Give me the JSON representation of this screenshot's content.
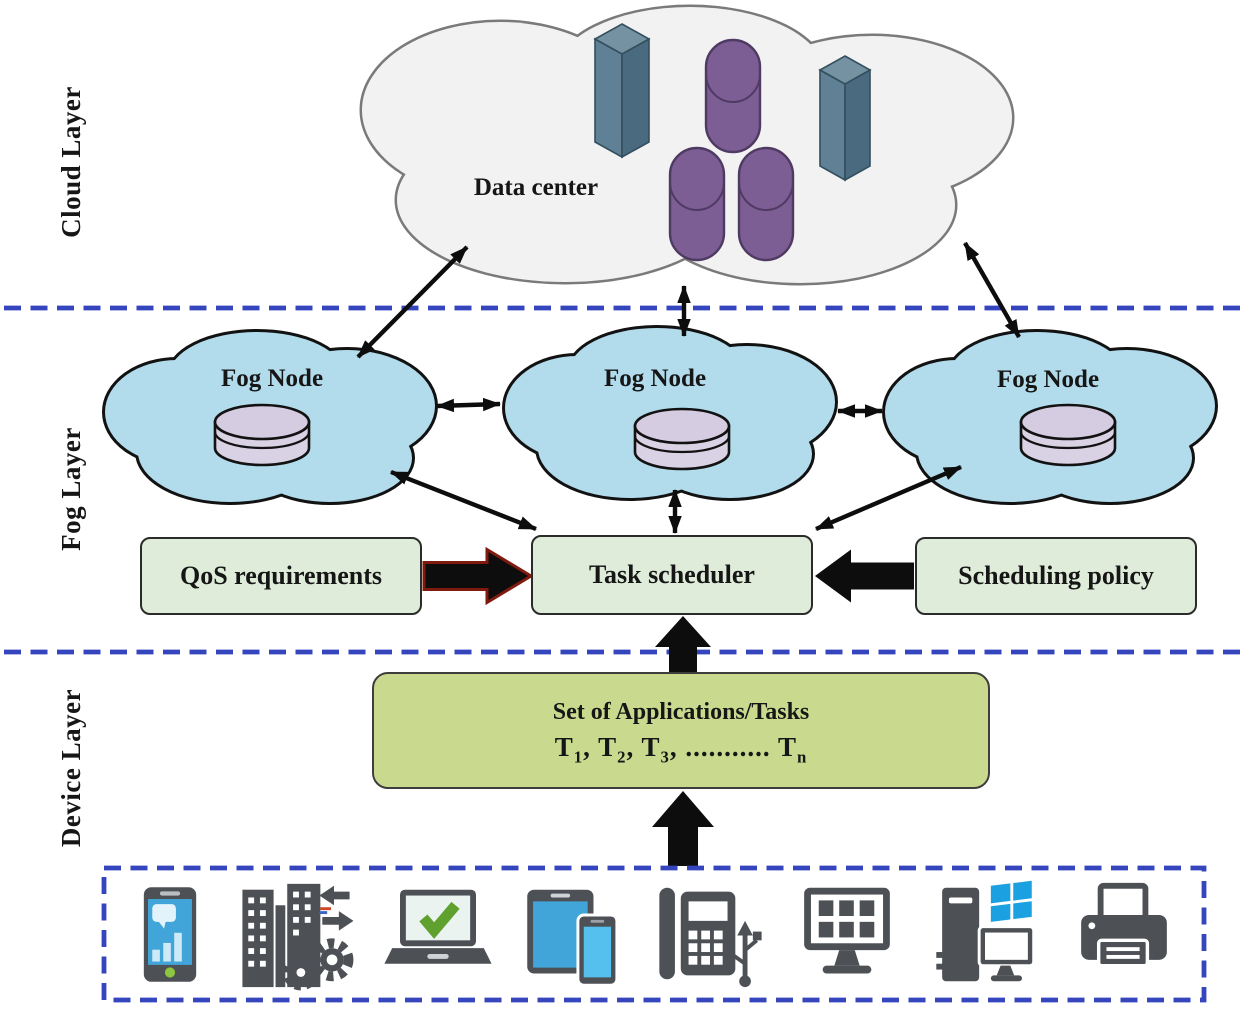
{
  "layers": [
    {
      "id": "cloud",
      "label": "Cloud Layer"
    },
    {
      "id": "fog",
      "label": "Fog Layer"
    },
    {
      "id": "device",
      "label": "Device Layer"
    }
  ],
  "cloud_layer": {
    "cloud_label": "Data center"
  },
  "fog_layer": {
    "fog_node_labels": [
      "Fog Node",
      "Fog Node",
      "Fog Node"
    ],
    "qos_label": "QoS requirements",
    "scheduler_label": "Task scheduler",
    "policy_label": "Scheduling policy"
  },
  "device_layer": {
    "apps_title": "Set of Applications/Tasks",
    "tasks_segments": [
      {
        "text": "T",
        "sub": "1"
      },
      {
        "text": ", T",
        "sub": "2"
      },
      {
        "text": ", T",
        "sub": "3"
      },
      {
        "text": ", ........... ",
        "sub": ""
      },
      {
        "text": "T",
        "sub": "n"
      }
    ],
    "device_icons": [
      "smartphone",
      "smart-buildings-gears",
      "laptop-checkmark",
      "tablet-and-phone",
      "desk-phone-usb",
      "monitor-apps",
      "desktop-pc-windows",
      "printer"
    ]
  },
  "colors": {
    "ink": "#0d0d0d",
    "text-ink": "#161616",
    "dash-blue": "#3545bd",
    "cloud-fill": "#f2f2f2",
    "cloud-stroke": "#7a7a7a",
    "fog-fill": "#b2dcec",
    "fog-stroke": "#121212",
    "disk-fill": "#d9d2e4",
    "disk-top": "#d5cce2",
    "box-green": "#dfecd9",
    "box-stroke": "#2b2b2b",
    "app-green": "#c9da8e",
    "app-stroke": "#3e3e3e",
    "qos-arrow-outline": "#7e1b0e",
    "server-left": "#5f8095",
    "server-right": "#4a6a80",
    "server-top": "#7492a2",
    "server-stroke": "#344f5e",
    "pod-fill": "#7c5e94",
    "pod-stroke": "#4e3a62",
    "device-gray": "#4d5156",
    "screen-blue": "#41a5d9",
    "screen-light": "#cfeaf7",
    "check-green": "#5fa02e",
    "win-blue": "#1ba1e2",
    "home-green": "#8dc63f"
  }
}
